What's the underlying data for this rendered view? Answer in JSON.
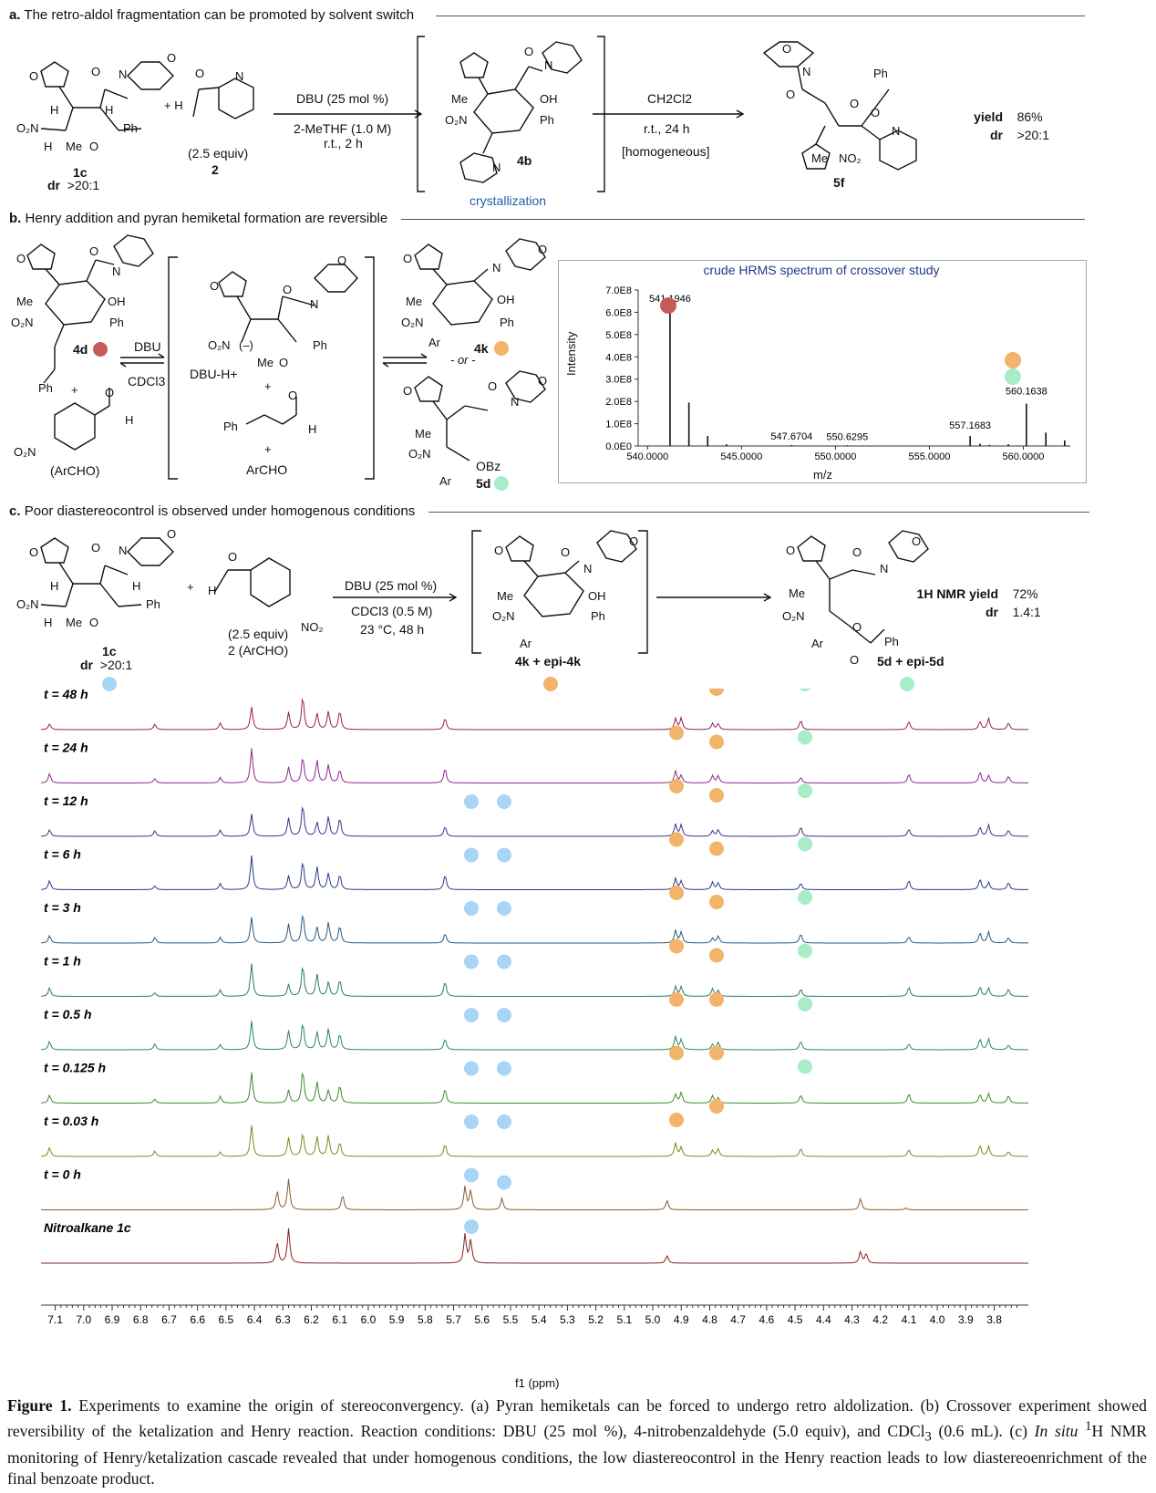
{
  "section_a": {
    "heading_label": "a.",
    "heading_text": "The retro-aldol fragmentation can be promoted by solvent switch",
    "sm_label": "1c",
    "sm_dr_key": "dr",
    "sm_dr_value": ">20:1",
    "aldehyde_equiv": "(2.5 equiv)",
    "aldehyde_label": "2",
    "plus": "+",
    "step1_line1": "DBU (25 mol %)",
    "step1_line2": "2-MeTHF (1.0 M)",
    "step1_line3": "r.t., 2 h",
    "intermediate_label": "4b",
    "crystallization": "crystallization",
    "step2_line1": "CH2Cl2",
    "step2_line2": "r.t., 24 h",
    "step2_line3": "[homogeneous]",
    "product_label": "5f",
    "yield_key": "yield",
    "yield_value": "86%",
    "dr_key": "dr",
    "dr_value": ">20:1"
  },
  "section_b": {
    "heading_label": "b.",
    "heading_text": "Henry addition and pyran hemiketal formation are reversible",
    "left_label": "4d",
    "arrow_top": "DBU",
    "arrow_bottom": "CDCl3",
    "dbu_h": "DBU-H+",
    "plus": "+",
    "archo": "(ArCHO)",
    "archo2": "ArCHO",
    "right_label_1": "4k",
    "or_text": "- or -",
    "right_label_2": "5d",
    "obz": "OBz",
    "spectrum": {
      "title": "crude HRMS spectrum of crossover study",
      "ylabel": "Intensity",
      "xlabel": "m/z"
    }
  },
  "section_c": {
    "heading_label": "c.",
    "heading_text": "Poor diastereocontrol is observed under homogenous conditions",
    "sm_label": "1c",
    "sm_dr_key": "dr",
    "sm_dr_value": ">20:1",
    "aldehyde_equiv": "(2.5 equiv)",
    "aldehyde_label": "2 (ArCHO)",
    "step1_line1": "DBU (25 mol %)",
    "step1_line2": "CDCl3 (0.5 M)",
    "step1_line3": "23 °C, 48 h",
    "intermediate_label": "4k + epi-4k",
    "product_label": "5d + epi-5d",
    "nmr_yield_key": "1H NMR yield",
    "nmr_yield_value": "72%",
    "dr_key": "dr",
    "dr_value": "1.4:1"
  },
  "nmr": {
    "traces": [
      {
        "label": "t = 48 h",
        "color": "#9a1f55"
      },
      {
        "label": "t = 24 h",
        "color": "#8a2a8c"
      },
      {
        "label": "t = 12 h",
        "color": "#4b2a8c"
      },
      {
        "label": "t = 6 h",
        "color": "#2a3a8c"
      },
      {
        "label": "t = 3 h",
        "color": "#2a5a80"
      },
      {
        "label": "t = 1 h",
        "color": "#2a7a6a"
      },
      {
        "label": "t = 0.5 h",
        "color": "#2a8a55"
      },
      {
        "label": "t = 0.125 h",
        "color": "#3e8a30"
      },
      {
        "label": "t = 0.03 h",
        "color": "#7a8a20"
      },
      {
        "label": "t = 0 h",
        "color": "#8a5a30"
      },
      {
        "label": "Nitroalkane 1c",
        "color": "#8a2020"
      }
    ],
    "axis_label": "f1 (ppm)"
  },
  "colors": {
    "red_marker": "#c95a5a",
    "orange_marker": "#f3b36a",
    "green_marker": "#a8ecc8",
    "blue_marker": "#a8d4f5",
    "crystallization_text": "#1f5fa8"
  },
  "chart_data": {
    "type": "bar",
    "title": "crude HRMS spectrum of crossover study",
    "xlabel": "m/z",
    "ylabel": "Intensity",
    "xlim": [
      539.5,
      562.5
    ],
    "ylim": [
      0,
      700000000.0
    ],
    "x_ticks": [
      "540.0000",
      "545.0000",
      "550.0000",
      "555.0000",
      "560.0000"
    ],
    "y_ticks": [
      "0.0E0",
      "1.0E8",
      "2.0E8",
      "3.0E8",
      "4.0E8",
      "5.0E8",
      "6.0E8",
      "7.0E8"
    ],
    "x": [
      541.1946,
      542.2,
      543.2,
      544.2,
      547.6704,
      550.6295,
      557.1683,
      557.7,
      558.2,
      559.2,
      560.1638,
      561.2,
      562.2
    ],
    "values": [
      615000000.0,
      195000000.0,
      45000000.0,
      8000000.0,
      4000000.0,
      3000000.0,
      45000000.0,
      10000000.0,
      5000000.0,
      8000000.0,
      190000000.0,
      60000000.0,
      25000000.0
    ],
    "peak_labels": [
      "541.1946",
      "547.6704",
      "550.6295",
      "557.1683",
      "560.1638"
    ]
  }
}
